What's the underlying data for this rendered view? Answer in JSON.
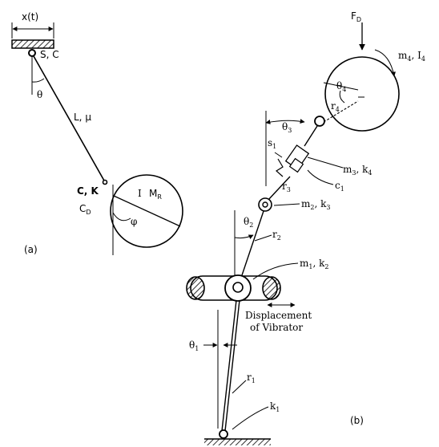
{
  "panel_a": {
    "xt": "x(t)",
    "sc": "S, C",
    "theta": "θ",
    "l_mu": "L, μ",
    "ck": "C, K",
    "i": "I",
    "mr": "M",
    "mr_sub": "R",
    "cd": "C",
    "cd_sub": "D",
    "phi": "φ",
    "tag": "(a)"
  },
  "panel_b": {
    "fd": "F",
    "fd_sub": "D",
    "m4": "m",
    "m4_sub": "4",
    "m4_tail": ", I",
    "m4_tail_sub": "4",
    "theta4": "θ",
    "theta4_sub": "4",
    "r4": "r",
    "r4_sub": "4",
    "theta3": "θ",
    "theta3_sub": "3",
    "s1": "s",
    "s1_sub": "1",
    "m3": "m",
    "m3_sub": "3",
    "m3_tail": ", k",
    "m3_tail_sub": "4",
    "c1": "c",
    "c1_sub": "1",
    "r3": "r",
    "r3_sub": "3",
    "m2": "m",
    "m2_sub": "2",
    "m2_tail": ", k",
    "m2_tail_sub": "3",
    "theta2": "θ",
    "theta2_sub": "2",
    "r2": "r",
    "r2_sub": "2",
    "m1": "m",
    "m1_sub": "1",
    "m1_tail": ", k",
    "m1_tail_sub": "2",
    "disp1": "Displacement",
    "disp2": "of Vibrator",
    "theta1": "θ",
    "theta1_sub": "1",
    "r1": "r",
    "r1_sub": "1",
    "k1": "k",
    "k1_sub": "1",
    "tag": "(b)"
  }
}
